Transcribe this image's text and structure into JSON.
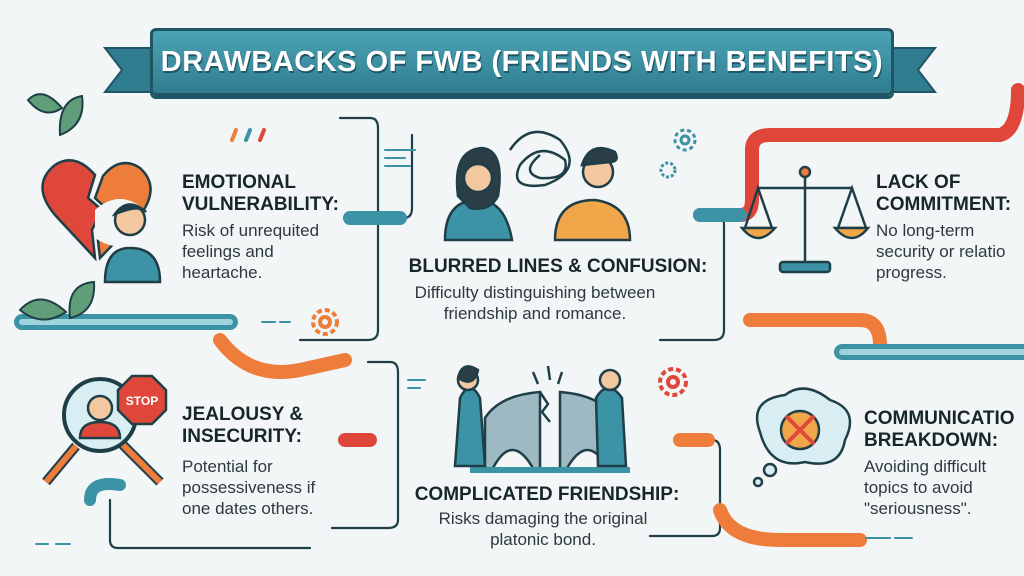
{
  "title": "DRAWBACKS OF FWB (FRIENDS WITH BENEFITS)",
  "sections": [
    {
      "id": "emotional",
      "heading": "EMOTIONAL VULNERABILITY:",
      "text": "Risk of unrequited feelings and heartache."
    },
    {
      "id": "blurred",
      "heading": "BLURRED LINES & CONFUSION:",
      "text": "Difficulty distinguishing between friendship and romance."
    },
    {
      "id": "commitment",
      "heading": "LACK OF COMMITMENT:",
      "text": "No long-term security or relatio progress."
    },
    {
      "id": "jealousy",
      "heading": "JEALOUSY & INSECURITY:",
      "text": "Potential for possessiveness if one dates others."
    },
    {
      "id": "friendship",
      "heading": "COMPLICATED FRIENDSHIP:",
      "text": "Risks damaging the original platonic bond."
    },
    {
      "id": "communication",
      "heading": "COMMUNICATIO BREAKDOWN:",
      "text": "Avoiding difficult topics to avoid \"seriousness\"."
    }
  ],
  "stop_sign": "STOP",
  "colors": {
    "teal": "#3d93a6",
    "orange": "#ee7d3b",
    "red": "#e0473b",
    "dark": "#1f3f48"
  }
}
